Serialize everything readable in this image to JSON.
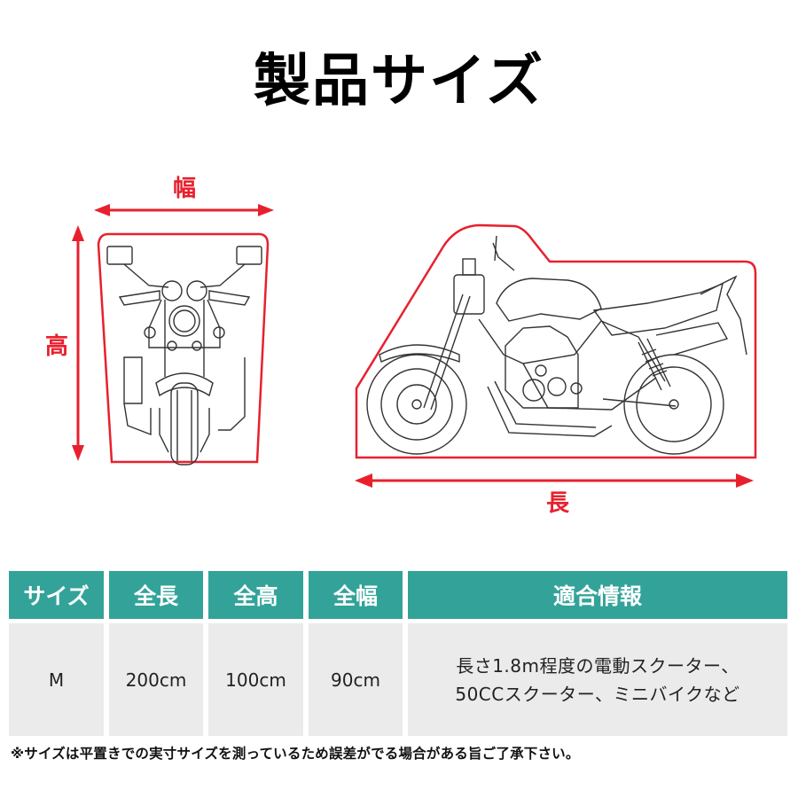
{
  "page": {
    "title": "製品サイズ"
  },
  "diagram": {
    "front_view": {
      "width_label": "幅",
      "height_label": "高"
    },
    "side_view": {
      "length_label": "長"
    },
    "outline_color": "#e8202e"
  },
  "table": {
    "header_color": "#33a399",
    "body_color": "#ebebeb",
    "headers": [
      "サイズ",
      "全長",
      "全高",
      "全幅",
      "適合情報"
    ],
    "rows": [
      {
        "size": "M",
        "length": "200cm",
        "height": "100cm",
        "width": "90cm",
        "fit_line1": "長さ1.8m程度の電動スクーター、",
        "fit_line2": "50CCスクーター、ミニバイクなど"
      }
    ]
  },
  "footnote": "※サイズは平置きでの実寸サイズを測っているため誤差がでる場合がある旨ご了承下さい。"
}
